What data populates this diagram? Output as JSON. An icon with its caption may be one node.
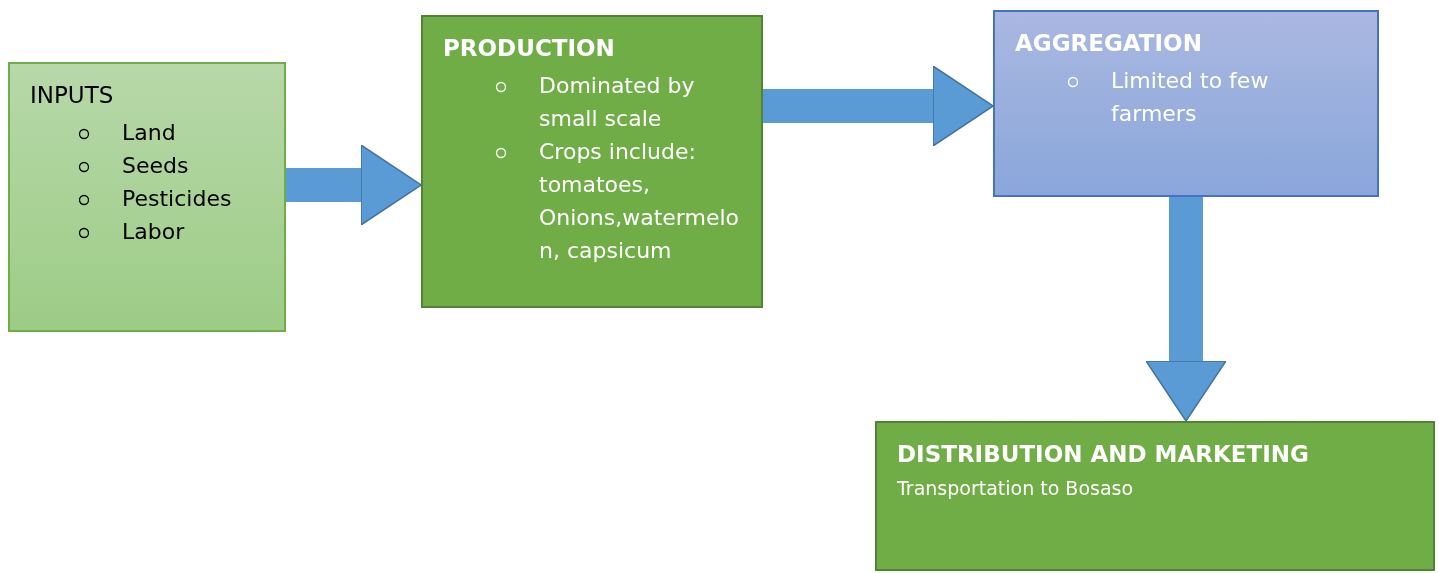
{
  "diagram": {
    "nodes": [
      {
        "text": [
          "INPUTS",
          "Land",
          "Seeds",
          "Pesticides",
          "Labor"
        ]
      },
      {
        "text": [
          "PRODUCTION",
          "Dominated by small scale",
          "Crops include: tomatoes, Onions,watermelon, capsicum"
        ]
      },
      {
        "text": [
          "AGGREGATION",
          "Limited to few farmers"
        ]
      },
      {
        "text": [
          "DISTRIBUTION AND MARKETING",
          "Transportation to Bosaso"
        ]
      }
    ],
    "edges": [
      {
        "from": 0,
        "to": 1,
        "arrow": "to"
      },
      {
        "from": 1,
        "to": 2,
        "arrow": "to"
      },
      {
        "from": 2,
        "to": 3,
        "arrow": "to"
      }
    ]
  }
}
